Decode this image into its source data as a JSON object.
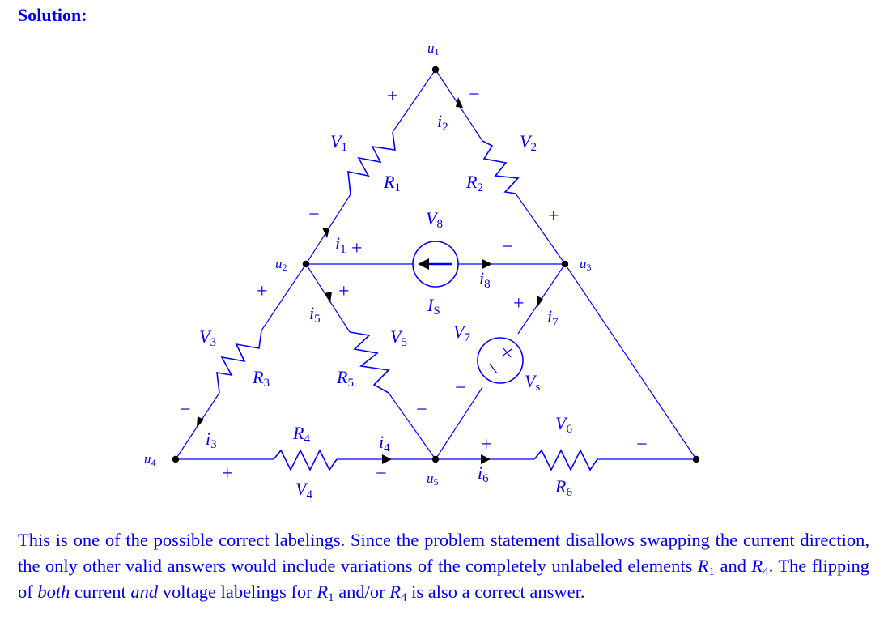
{
  "heading": "Solution:",
  "nodes": {
    "u1": {
      "sym": "u",
      "idx": "1"
    },
    "u2": {
      "sym": "u",
      "idx": "2"
    },
    "u3": {
      "sym": "u",
      "idx": "3"
    },
    "u4": {
      "sym": "u",
      "idx": "4"
    },
    "u5": {
      "sym": "u",
      "idx": "5"
    }
  },
  "elements": {
    "R1": {
      "sym": "R",
      "idx": "1"
    },
    "R2": {
      "sym": "R",
      "idx": "2"
    },
    "R3": {
      "sym": "R",
      "idx": "3"
    },
    "R4": {
      "sym": "R",
      "idx": "4"
    },
    "R5": {
      "sym": "R",
      "idx": "5"
    },
    "R6": {
      "sym": "R",
      "idx": "6"
    },
    "IS": {
      "sym": "I",
      "idx": "S"
    },
    "Vs": {
      "sym": "V",
      "idx": "s"
    }
  },
  "voltages": {
    "V1": {
      "sym": "V",
      "idx": "1"
    },
    "V2": {
      "sym": "V",
      "idx": "2"
    },
    "V3": {
      "sym": "V",
      "idx": "3"
    },
    "V4": {
      "sym": "V",
      "idx": "4"
    },
    "V5": {
      "sym": "V",
      "idx": "5"
    },
    "V6": {
      "sym": "V",
      "idx": "6"
    },
    "V7": {
      "sym": "V",
      "idx": "7"
    },
    "V8": {
      "sym": "V",
      "idx": "8"
    }
  },
  "currents": {
    "i1": {
      "sym": "i",
      "idx": "1"
    },
    "i2": {
      "sym": "i",
      "idx": "2"
    },
    "i3": {
      "sym": "i",
      "idx": "3"
    },
    "i4": {
      "sym": "i",
      "idx": "4"
    },
    "i5": {
      "sym": "i",
      "idx": "5"
    },
    "i6": {
      "sym": "i",
      "idx": "6"
    },
    "i7": {
      "sym": "i",
      "idx": "7"
    },
    "i8": {
      "sym": "i",
      "idx": "8"
    }
  },
  "signs": {
    "plus": "+",
    "minus": "−"
  },
  "paragraph": {
    "t1": "This is one of the possible correct labelings. Since the problem statement disallows swapping the current direction, the only other valid answers would include variations of the completely unlabeled elements ",
    "r1_sym": "R",
    "r1_idx": "1",
    "t2": " and ",
    "r4_sym": "R",
    "r4_idx": "4",
    "t3": ". The flipping of ",
    "em1": "both",
    "t4": " current ",
    "em2": "and",
    "t5": " voltage labelings for ",
    "r1b_sym": "R",
    "r1b_idx": "1",
    "t6": " and/or ",
    "r4b_sym": "R",
    "r4b_idx": "4",
    "t7": " is also a correct answer."
  },
  "colors": {
    "text": "#0000ee",
    "wire": "#0000ff",
    "node": "#000000"
  }
}
